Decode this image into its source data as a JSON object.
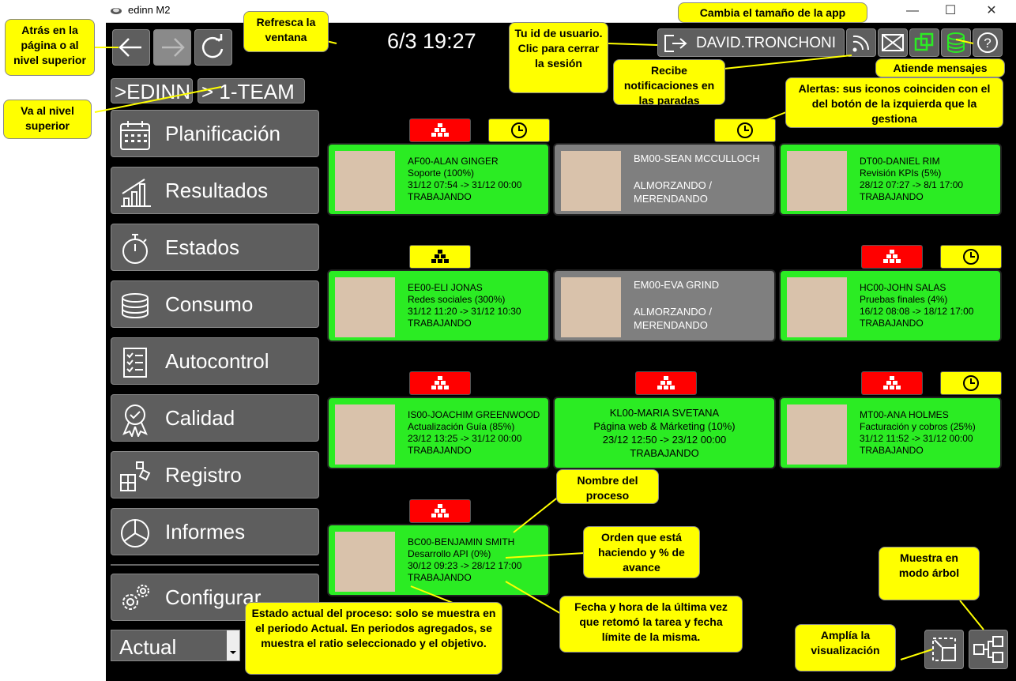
{
  "window": {
    "title": "edinn M2",
    "minimize": "—",
    "maximize": "☐",
    "close": "✕"
  },
  "header": {
    "datetime": "6/3 19:27",
    "user": "DAVID.TRONCHONI"
  },
  "breadcrumb": {
    "root": ">EDINN",
    "team": "> 1-TEAM"
  },
  "sidebar": {
    "items": [
      {
        "label": "Planificación"
      },
      {
        "label": "Resultados"
      },
      {
        "label": "Estados"
      },
      {
        "label": "Consumo"
      },
      {
        "label": "Autocontrol"
      },
      {
        "label": "Calidad"
      },
      {
        "label": "Registro"
      },
      {
        "label": "Informes"
      },
      {
        "label": "Configurar"
      }
    ],
    "period": "Actual"
  },
  "cards": [
    {
      "line1": "AF00-ALAN GINGER",
      "line2": "Soporte (100%)",
      "line3": "31/12 07:54 -> 31/12 00:00",
      "line4": "TRABAJANDO"
    },
    {
      "line1": "BM00-SEAN MCCULLOCH",
      "line2": "",
      "line3": "ALMORZANDO /",
      "line4": "MERENDANDO"
    },
    {
      "line1": "DT00-DANIEL RIM",
      "line2": "Revisión KPIs (5%)",
      "line3": "28/12 07:27 -> 8/1 17:00",
      "line4": "TRABAJANDO"
    },
    {
      "line1": "EE00-ELI JONAS",
      "line2": "Redes sociales (300%)",
      "line3": "31/12 11:20 -> 31/12 10:30",
      "line4": "TRABAJANDO"
    },
    {
      "line1": "EM00-EVA GRIND",
      "line2": "",
      "line3": "ALMORZANDO /",
      "line4": "MERENDANDO"
    },
    {
      "line1": "HC00-JOHN SALAS",
      "line2": "Pruebas finales (4%)",
      "line3": "16/12 08:08 -> 18/12 17:00",
      "line4": "TRABAJANDO"
    },
    {
      "line1": "IS00-JOACHIM GREENWOOD",
      "line2": "Actualización Guía (85%)",
      "line3": "23/12 13:25 -> 31/12 00:00",
      "line4": "TRABAJANDO"
    },
    {
      "line1": "KL00-MARIA SVETANA",
      "line2": "Página web & Márketing (10%)",
      "line3": "23/12 12:50 -> 23/12 00:00",
      "line4": "TRABAJANDO"
    },
    {
      "line1": "MT00-ANA HOLMES",
      "line2": "Facturación y cobros (25%)",
      "line3": "31/12 11:52 -> 31/12 00:00",
      "line4": "TRABAJANDO"
    },
    {
      "line1": "BC00-BENJAMIN SMITH",
      "line2": "Desarrollo API (0%)",
      "line3": "30/12 09:23 -> 28/12 17:00",
      "line4": "TRABAJANDO"
    }
  ],
  "callouts": {
    "back": "Atrás en la página o al nivel superior",
    "refresh": "Refresca la ventana",
    "userid": "Tu id de usuario. Clic para cerrar la sesión",
    "resize": "Cambia el tamaño de la app",
    "notify": "Recibe notificaciones en las paradas",
    "messages": "Atiende mensajes",
    "alerts": "Alertas: sus iconos coinciden con el del botón de la izquierda que la gestiona",
    "uplevel": "Va al nivel superior",
    "process": "Nombre del proceso",
    "order": "Orden que está haciendo y % de avance",
    "state": "Estado actual del proceso: solo se muestra en el periodo Actual. En periodos agregados, se muestra el ratio seleccionado y el objetivo.",
    "date": "Fecha y hora de la última vez que retomó la tarea y fecha límite de la misma.",
    "zoom": "Amplía la visualización",
    "tree": "Muestra en modo árbol"
  },
  "colors": {
    "green": "#2bec23",
    "gray": "#7f7f7f",
    "alert_red": "#ff0000",
    "alert_yellow": "#ffff00"
  }
}
